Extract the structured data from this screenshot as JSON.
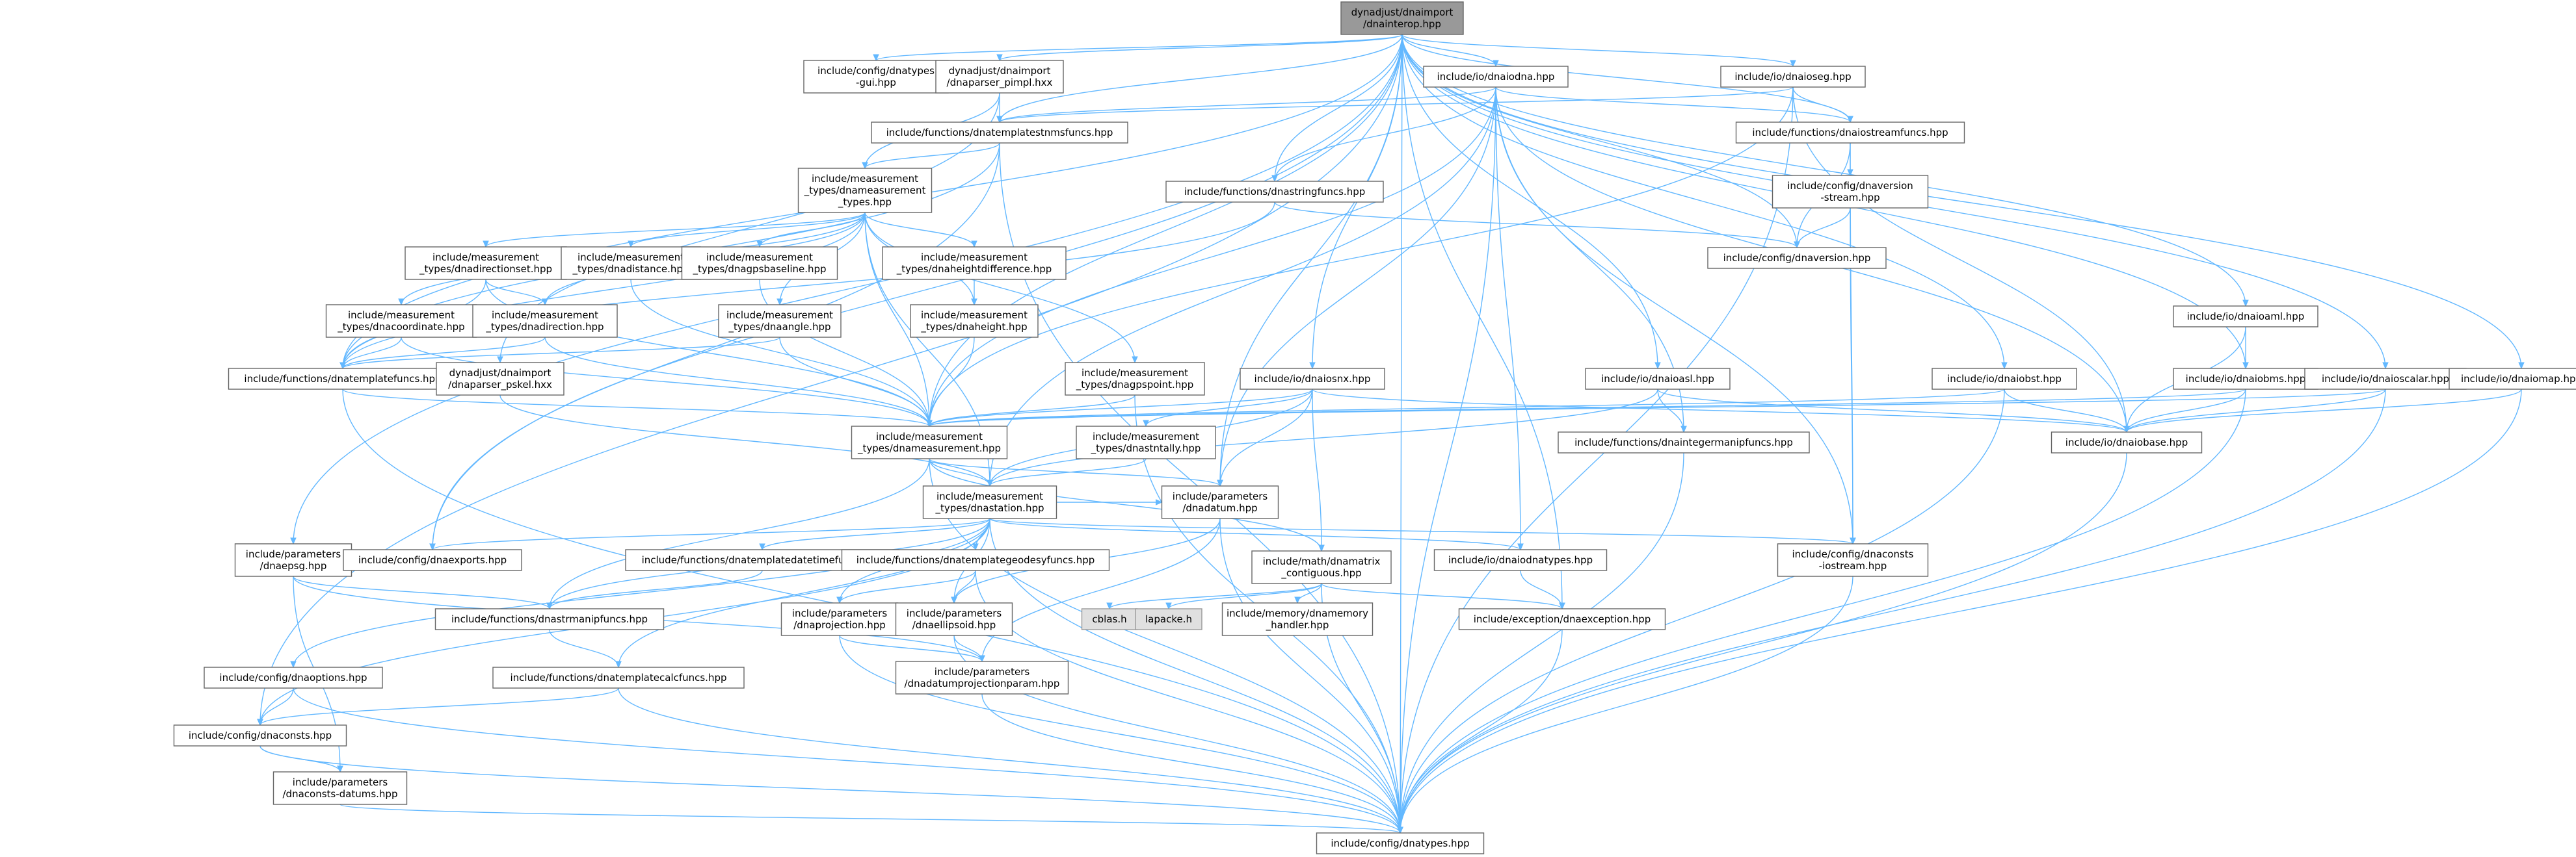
{
  "title": "dynadjust/dnaimport/dnainterop.hpp include dependency graph",
  "colors": {
    "edge": "#63b8ff",
    "root_fill": "#999999",
    "external_fill": "#e0e0e0",
    "node_fill": "#ffffff",
    "node_border": "#666666"
  },
  "nodes": [
    {
      "id": "root",
      "lines": [
        "dynadjust/dnaimport",
        "/dnainterop.hpp"
      ],
      "style": "root"
    },
    {
      "id": "dnatypes_gui",
      "lines": [
        "include/config/dnatypes",
        "-gui.hpp"
      ]
    },
    {
      "id": "dnaparser_pimpl",
      "lines": [
        "dynadjust/dnaimport",
        "/dnaparser_pimpl.hxx"
      ]
    },
    {
      "id": "dnaiodna",
      "lines": [
        "include/io/dnaiodna.hpp"
      ]
    },
    {
      "id": "dnaioseg",
      "lines": [
        "include/io/dnaioseg.hpp"
      ]
    },
    {
      "id": "dnatemplatestnmsfuncs",
      "lines": [
        "include/functions/dnatemplatestnmsfuncs.hpp"
      ]
    },
    {
      "id": "dnaiostreamfuncs",
      "lines": [
        "include/functions/dnaiostreamfuncs.hpp"
      ]
    },
    {
      "id": "dnameasurement_types",
      "lines": [
        "include/measurement",
        "_types/dnameasurement",
        "_types.hpp"
      ]
    },
    {
      "id": "dnastringfuncs",
      "lines": [
        "include/functions/dnastringfuncs.hpp"
      ]
    },
    {
      "id": "dnaversion_stream",
      "lines": [
        "include/config/dnaversion",
        "-stream.hpp"
      ]
    },
    {
      "id": "dnaversion",
      "lines": [
        "include/config/dnaversion.hpp"
      ]
    },
    {
      "id": "dnadirectionset",
      "lines": [
        "include/measurement",
        "_types/dnadirectionset.hpp"
      ]
    },
    {
      "id": "dnadistance",
      "lines": [
        "include/measurement",
        "_types/dnadistance.hpp"
      ]
    },
    {
      "id": "dnagpsbaseline",
      "lines": [
        "include/measurement",
        "_types/dnagpsbaseline.hpp"
      ]
    },
    {
      "id": "dnaheightdifference",
      "lines": [
        "include/measurement",
        "_types/dnaheightdifference.hpp"
      ]
    },
    {
      "id": "dnacoordinate",
      "lines": [
        "include/measurement",
        "_types/dnacoordinate.hpp"
      ]
    },
    {
      "id": "dnadirection",
      "lines": [
        "include/measurement",
        "_types/dnadirection.hpp"
      ]
    },
    {
      "id": "dnaangle",
      "lines": [
        "include/measurement",
        "_types/dnaangle.hpp"
      ]
    },
    {
      "id": "dnaheight",
      "lines": [
        "include/measurement",
        "_types/dnaheight.hpp"
      ]
    },
    {
      "id": "dnaioaml",
      "lines": [
        "include/io/dnaioaml.hpp"
      ]
    },
    {
      "id": "dnatemplatefuncs",
      "lines": [
        "include/functions/dnatemplatefuncs.hpp"
      ]
    },
    {
      "id": "dnaparser_pskel",
      "lines": [
        "dynadjust/dnaimport",
        "/dnaparser_pskel.hxx"
      ]
    },
    {
      "id": "dnagpspoint",
      "lines": [
        "include/measurement",
        "_types/dnagpspoint.hpp"
      ]
    },
    {
      "id": "dnaiosnx",
      "lines": [
        "include/io/dnaiosnx.hpp"
      ]
    },
    {
      "id": "dnaioasl",
      "lines": [
        "include/io/dnaioasl.hpp"
      ]
    },
    {
      "id": "dnaiobst",
      "lines": [
        "include/io/dnaiobst.hpp"
      ]
    },
    {
      "id": "dnaiobms",
      "lines": [
        "include/io/dnaiobms.hpp"
      ]
    },
    {
      "id": "dnaioscalar",
      "lines": [
        "include/io/dnaioscalar.hpp"
      ]
    },
    {
      "id": "dnaiomap",
      "lines": [
        "include/io/dnaiomap.hpp"
      ]
    },
    {
      "id": "dnameasurement",
      "lines": [
        "include/measurement",
        "_types/dnameasurement.hpp"
      ]
    },
    {
      "id": "dnastntally",
      "lines": [
        "include/measurement",
        "_types/dnastntally.hpp"
      ]
    },
    {
      "id": "dnaintegermanipfuncs",
      "lines": [
        "include/functions/dnaintegermanipfuncs.hpp"
      ]
    },
    {
      "id": "dnaiobase",
      "lines": [
        "include/io/dnaiobase.hpp"
      ]
    },
    {
      "id": "dnastation",
      "lines": [
        "include/measurement",
        "_types/dnastation.hpp"
      ]
    },
    {
      "id": "dnadatum",
      "lines": [
        "include/parameters",
        "/dnadatum.hpp"
      ]
    },
    {
      "id": "dnaepsg",
      "lines": [
        "include/parameters",
        "/dnaepsg.hpp"
      ]
    },
    {
      "id": "dnaexports",
      "lines": [
        "include/config/dnaexports.hpp"
      ]
    },
    {
      "id": "dnatemplatedatetimefuncs",
      "lines": [
        "include/functions/dnatemplatedatetimefuncs.hpp"
      ]
    },
    {
      "id": "dnatemplategeodesyfuncs",
      "lines": [
        "include/functions/dnatemplategeodesyfuncs.hpp"
      ]
    },
    {
      "id": "dnamatrix_contiguous",
      "lines": [
        "include/math/dnamatrix",
        "_contiguous.hpp"
      ]
    },
    {
      "id": "dnaiodnatypes",
      "lines": [
        "include/io/dnaiodnatypes.hpp"
      ]
    },
    {
      "id": "dnaconsts_iostream",
      "lines": [
        "include/config/dnaconsts",
        "-iostream.hpp"
      ]
    },
    {
      "id": "dnastrmanipfuncs",
      "lines": [
        "include/functions/dnastrmanipfuncs.hpp"
      ]
    },
    {
      "id": "dnaprojection",
      "lines": [
        "include/parameters",
        "/dnaprojection.hpp"
      ]
    },
    {
      "id": "dnaellipsoid",
      "lines": [
        "include/parameters",
        "/dnaellipsoid.hpp"
      ]
    },
    {
      "id": "cblas",
      "lines": [
        "cblas.h"
      ],
      "style": "gray"
    },
    {
      "id": "lapacke",
      "lines": [
        "lapacke.h"
      ],
      "style": "gray"
    },
    {
      "id": "dnamemory_handler",
      "lines": [
        "include/memory/dnamemory",
        "_handler.hpp"
      ]
    },
    {
      "id": "dnaexception",
      "lines": [
        "include/exception/dnaexception.hpp"
      ]
    },
    {
      "id": "dnaoptions",
      "lines": [
        "include/config/dnaoptions.hpp"
      ]
    },
    {
      "id": "dnatemplatecalcfuncs",
      "lines": [
        "include/functions/dnatemplatecalcfuncs.hpp"
      ]
    },
    {
      "id": "dnadatumprojectionparam",
      "lines": [
        "include/parameters",
        "/dnadatumprojectionparam.hpp"
      ]
    },
    {
      "id": "dnaconsts",
      "lines": [
        "include/config/dnaconsts.hpp"
      ]
    },
    {
      "id": "dnaconsts_datums",
      "lines": [
        "include/parameters",
        "/dnaconsts-datums.hpp"
      ]
    },
    {
      "id": "dnatypes",
      "lines": [
        "include/config/dnatypes.hpp"
      ]
    }
  ],
  "edges": [
    [
      "root",
      "dnatypes_gui"
    ],
    [
      "root",
      "dnaparser_pimpl"
    ],
    [
      "root",
      "dnaiodna"
    ],
    [
      "root",
      "dnaioseg"
    ],
    [
      "root",
      "dnatemplatestnmsfuncs"
    ],
    [
      "root",
      "dnaiostreamfuncs"
    ],
    [
      "root",
      "dnastringfuncs"
    ],
    [
      "root",
      "dnaversion"
    ],
    [
      "root",
      "dnaioaml"
    ],
    [
      "root",
      "dnatemplatefuncs"
    ],
    [
      "root",
      "dnaiosnx"
    ],
    [
      "root",
      "dnaioasl"
    ],
    [
      "root",
      "dnaiobst"
    ],
    [
      "root",
      "dnaiobms"
    ],
    [
      "root",
      "dnaioscalar"
    ],
    [
      "root",
      "dnaiomap"
    ],
    [
      "root",
      "dnameasurement"
    ],
    [
      "root",
      "dnadatum"
    ],
    [
      "root",
      "dnaepsg"
    ],
    [
      "root",
      "dnaexports"
    ],
    [
      "root",
      "dnaexception"
    ],
    [
      "root",
      "dnaconsts"
    ],
    [
      "root",
      "dnatypes"
    ],
    [
      "dnaparser_pimpl",
      "dnatemplatestnmsfuncs"
    ],
    [
      "dnaparser_pimpl",
      "dnameasurement_types"
    ],
    [
      "dnaparser_pimpl",
      "dnaparser_pskel"
    ],
    [
      "dnaiodna",
      "dnatemplatestnmsfuncs"
    ],
    [
      "dnaiodna",
      "dnaiostreamfuncs"
    ],
    [
      "dnaiodna",
      "dnastringfuncs"
    ],
    [
      "dnaiodna",
      "dnameasurement"
    ],
    [
      "dnaiodna",
      "dnastation"
    ],
    [
      "dnaiodna",
      "dnadatum"
    ],
    [
      "dnaiodna",
      "dnaiodnatypes"
    ],
    [
      "dnaiodna",
      "dnaconsts_iostream"
    ],
    [
      "dnaiodna",
      "dnaintegermanipfuncs"
    ],
    [
      "dnaiodna",
      "dnaiobase"
    ],
    [
      "dnaiodna",
      "dnatypes"
    ],
    [
      "dnaioseg",
      "dnatemplatestnmsfuncs"
    ],
    [
      "dnaioseg",
      "dnaiostreamfuncs"
    ],
    [
      "dnaioseg",
      "dnameasurement"
    ],
    [
      "dnaioseg",
      "dnaiobase"
    ],
    [
      "dnaioseg",
      "dnatypes"
    ],
    [
      "dnatemplatestnmsfuncs",
      "dnameasurement_types"
    ],
    [
      "dnatemplatestnmsfuncs",
      "dnatemplatefuncs"
    ],
    [
      "dnatemplatestnmsfuncs",
      "dnaexports"
    ],
    [
      "dnatemplatestnmsfuncs",
      "dnatypes"
    ],
    [
      "dnaiostreamfuncs",
      "dnaversion_stream"
    ],
    [
      "dnaiostreamfuncs",
      "dnaversion"
    ],
    [
      "dnaiostreamfuncs",
      "dnaconsts_iostream"
    ],
    [
      "dnaversion_stream",
      "dnaversion"
    ],
    [
      "dnaversion_stream",
      "dnaconsts_iostream"
    ],
    [
      "dnastringfuncs",
      "dnaversion"
    ],
    [
      "dnastringfuncs",
      "dnatemplatefuncs"
    ],
    [
      "dnameasurement_types",
      "dnadirectionset"
    ],
    [
      "dnameasurement_types",
      "dnadistance"
    ],
    [
      "dnameasurement_types",
      "dnagpsbaseline"
    ],
    [
      "dnameasurement_types",
      "dnaheightdifference"
    ],
    [
      "dnameasurement_types",
      "dnacoordinate"
    ],
    [
      "dnameasurement_types",
      "dnadirection"
    ],
    [
      "dnameasurement_types",
      "dnaangle"
    ],
    [
      "dnameasurement_types",
      "dnaheight"
    ],
    [
      "dnameasurement_types",
      "dnagpspoint"
    ],
    [
      "dnameasurement_types",
      "dnatemplatefuncs"
    ],
    [
      "dnameasurement_types",
      "dnameasurement"
    ],
    [
      "dnameasurement_types",
      "dnastation"
    ],
    [
      "dnadirectionset",
      "dnadirection"
    ],
    [
      "dnadirectionset",
      "dnameasurement"
    ],
    [
      "dnadirectionset",
      "dnatemplatefuncs"
    ],
    [
      "dnadistance",
      "dnameasurement"
    ],
    [
      "dnagpsbaseline",
      "dnameasurement"
    ],
    [
      "dnaheightdifference",
      "dnaheight"
    ],
    [
      "dnacoordinate",
      "dnameasurement"
    ],
    [
      "dnacoordinate",
      "dnatemplatefuncs"
    ],
    [
      "dnadirection",
      "dnameasurement"
    ],
    [
      "dnadirection",
      "dnatemplatefuncs"
    ],
    [
      "dnaangle",
      "dnameasurement"
    ],
    [
      "dnaangle",
      "dnatemplatefuncs"
    ],
    [
      "dnaheight",
      "dnameasurement"
    ],
    [
      "dnaioaml",
      "dnaiobms"
    ],
    [
      "dnaioaml",
      "dnaiobase"
    ],
    [
      "dnatemplatefuncs",
      "dnameasurement"
    ],
    [
      "dnatemplatefuncs",
      "dnatypes"
    ],
    [
      "dnaparser_pskel",
      "dnastation"
    ],
    [
      "dnagpspoint",
      "dnameasurement"
    ],
    [
      "dnagpspoint",
      "dnatypes"
    ],
    [
      "dnaiosnx",
      "dnameasurement"
    ],
    [
      "dnaiosnx",
      "dnastntally"
    ],
    [
      "dnaiosnx",
      "dnastation"
    ],
    [
      "dnaiosnx",
      "dnadatum"
    ],
    [
      "dnaiosnx",
      "dnamatrix_contiguous"
    ],
    [
      "dnaiosnx",
      "dnaiobase"
    ],
    [
      "dnaioasl",
      "dnaintegermanipfuncs"
    ],
    [
      "dnaioasl",
      "dnaiobase"
    ],
    [
      "dnaioasl",
      "dnastation"
    ],
    [
      "dnaiobst",
      "dnaiobase"
    ],
    [
      "dnaiobst",
      "dnatypes"
    ],
    [
      "dnaiobst",
      "dnameasurement"
    ],
    [
      "dnaiobms",
      "dnaiobase"
    ],
    [
      "dnaiobms",
      "dnatypes"
    ],
    [
      "dnaiobms",
      "dnameasurement"
    ],
    [
      "dnaioscalar",
      "dnaiobase"
    ],
    [
      "dnaioscalar",
      "dnatypes"
    ],
    [
      "dnaioscalar",
      "dnameasurement"
    ],
    [
      "dnaiomap",
      "dnaiobase"
    ],
    [
      "dnaiomap",
      "dnatypes"
    ],
    [
      "dnameasurement",
      "dnastation"
    ],
    [
      "dnameasurement",
      "dnadatum"
    ],
    [
      "dnameasurement",
      "dnamatrix_contiguous"
    ],
    [
      "dnameasurement",
      "dnastrmanipfuncs"
    ],
    [
      "dnameasurement",
      "dnatypes"
    ],
    [
      "dnastntally",
      "dnastation"
    ],
    [
      "dnaintegermanipfuncs",
      "dnatypes"
    ],
    [
      "dnaiobase",
      "dnatypes"
    ],
    [
      "dnastation",
      "dnadatum"
    ],
    [
      "dnastation",
      "dnaexports"
    ],
    [
      "dnastation",
      "dnatemplatedatetimefuncs"
    ],
    [
      "dnastation",
      "dnatemplategeodesyfuncs"
    ],
    [
      "dnastation",
      "dnaiodnatypes"
    ],
    [
      "dnastation",
      "dnaconsts_iostream"
    ],
    [
      "dnastation",
      "dnastrmanipfuncs"
    ],
    [
      "dnastation",
      "dnaprojection"
    ],
    [
      "dnastation",
      "dnaellipsoid"
    ],
    [
      "dnastation",
      "dnatemplatecalcfuncs"
    ],
    [
      "dnastation",
      "dnaconsts"
    ],
    [
      "dnastation",
      "dnaoptions"
    ],
    [
      "dnastation",
      "dnatypes"
    ],
    [
      "dnadatum",
      "dnaellipsoid"
    ],
    [
      "dnadatum",
      "dnadatumprojectionparam"
    ],
    [
      "dnadatum",
      "dnatypes"
    ],
    [
      "dnaepsg",
      "dnastrmanipfuncs"
    ],
    [
      "dnaepsg",
      "dnaconsts_datums"
    ],
    [
      "dnaepsg",
      "dnadatumprojectionparam"
    ],
    [
      "dnatemplatedatetimefuncs",
      "dnastrmanipfuncs"
    ],
    [
      "dnatemplategeodesyfuncs",
      "dnaprojection"
    ],
    [
      "dnatemplategeodesyfuncs",
      "dnaellipsoid"
    ],
    [
      "dnatemplategeodesyfuncs",
      "dnatypes"
    ],
    [
      "dnamatrix_contiguous",
      "cblas"
    ],
    [
      "dnamatrix_contiguous",
      "lapacke"
    ],
    [
      "dnamatrix_contiguous",
      "dnamemory_handler"
    ],
    [
      "dnamatrix_contiguous",
      "dnaexception"
    ],
    [
      "dnamatrix_contiguous",
      "dnatypes"
    ],
    [
      "dnaiodnatypes",
      "dnaexception"
    ],
    [
      "dnaconsts_iostream",
      "dnatypes"
    ],
    [
      "dnastrmanipfuncs",
      "dnatemplatecalcfuncs"
    ],
    [
      "dnaprojection",
      "dnadatumprojectionparam"
    ],
    [
      "dnaprojection",
      "dnatypes"
    ],
    [
      "dnaellipsoid",
      "dnadatumprojectionparam"
    ],
    [
      "dnaellipsoid",
      "dnatypes"
    ],
    [
      "dnaexception",
      "dnatypes"
    ],
    [
      "dnaoptions",
      "dnaconsts"
    ],
    [
      "dnaoptions",
      "dnatypes"
    ],
    [
      "dnatemplatecalcfuncs",
      "dnaconsts"
    ],
    [
      "dnatemplatecalcfuncs",
      "dnatypes"
    ],
    [
      "dnadatumprojectionparam",
      "dnatypes"
    ],
    [
      "dnaconsts",
      "dnaconsts_datums"
    ],
    [
      "dnaconsts",
      "dnatypes"
    ],
    [
      "dnaconsts_datums",
      "dnatypes"
    ]
  ]
}
